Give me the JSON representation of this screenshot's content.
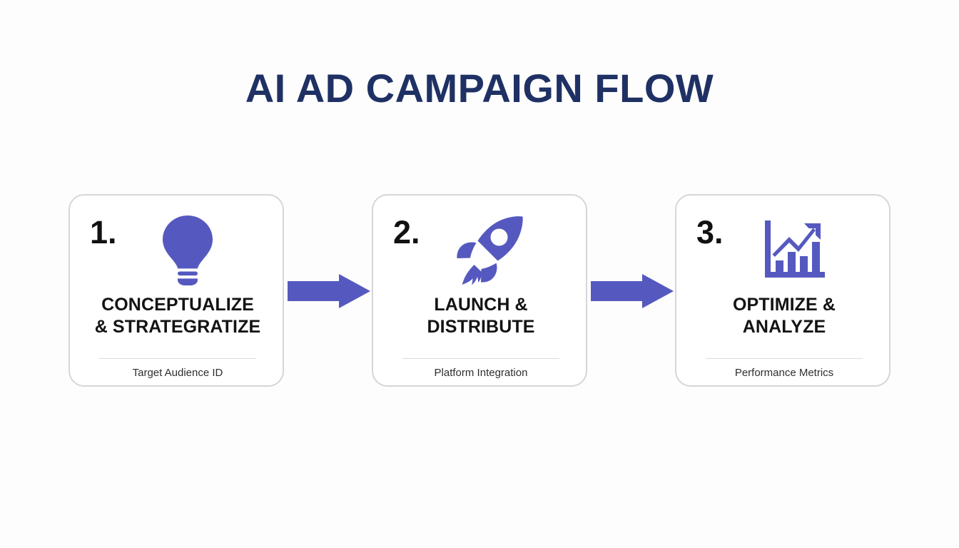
{
  "slide": {
    "title": "AI AD CAMPAIGN FLOW",
    "background_color": "#fdfdfd",
    "title_color": "#1f3164",
    "accent_color": "#5559bf",
    "card_border_color": "#d6d6d9",
    "number_color": "#111111",
    "caption_color": "#2e2e2e"
  },
  "steps": [
    {
      "number": "1.",
      "icon": "lightbulb-icon",
      "title": "CONCEPTUALIZE\n& STRATEGRATIZE",
      "title_line1": "CONCEPTUALIZE",
      "title_line2": "& STRATEGRATIZE",
      "caption": "Target Audience ID"
    },
    {
      "number": "2.",
      "icon": "rocket-icon",
      "title": "LAUNCH &\nDISTRIBUTE",
      "title_line1": "LAUNCH &",
      "title_line2": "DISTRIBUTE",
      "caption": "Platform Integration"
    },
    {
      "number": "3.",
      "icon": "bar-chart-growth-icon",
      "title": "OPTIMIZE &\nANALYZE",
      "title_line1": "OPTIMIZE &",
      "title_line2": "ANALYZE",
      "caption": "Performance Metrics"
    }
  ],
  "connectors": [
    {
      "icon": "arrow-right-icon",
      "from_step": "1.",
      "to_step": "2."
    },
    {
      "icon": "arrow-right-icon",
      "from_step": "2.",
      "to_step": "3."
    }
  ]
}
